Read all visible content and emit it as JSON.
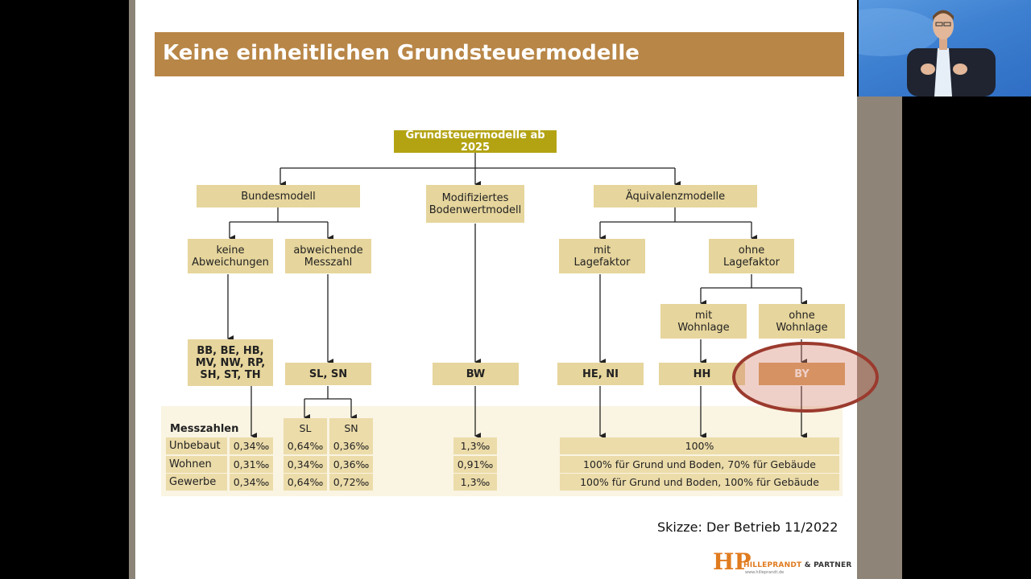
{
  "slide": {
    "title": "Keine einheitlichen Grundsteuermodelle",
    "source": "Skizze: Der Betrieb 11/2022"
  },
  "diagram": {
    "root": "Grundsteuermodelle ab 2025",
    "level1": {
      "bundesmodell": "Bundesmodell",
      "modifiziert_line1": "Modifiziertes",
      "modifiziert_line2": "Bodenwertmodell",
      "aequivalenz": "Äquivalenzmodelle"
    },
    "level2": {
      "keine_line1": "keine",
      "keine_line2": "Abweichungen",
      "abweichende_line1": "abweichende",
      "abweichende_line2": "Messzahl",
      "mit_lage_line1": "mit",
      "mit_lage_line2": "Lagefaktor",
      "ohne_lage_line1": "ohne",
      "ohne_lage_line2": "Lagefaktor"
    },
    "level3": {
      "mit_wohn_line1": "mit",
      "mit_wohn_line2": "Wohnlage",
      "ohne_wohn_line1": "ohne",
      "ohne_wohn_line2": "Wohnlage"
    },
    "states": {
      "bund_line1": "BB, BE, HB,",
      "bund_line2": "MV, NW, RP,",
      "bund_line3": "SH, ST, TH",
      "sl_sn": "SL, SN",
      "bw": "BW",
      "he_ni": "HE, NI",
      "hh": "HH",
      "by": "BY"
    },
    "highlight_color": "#c0504d"
  },
  "table": {
    "header": "Messzahlen",
    "sub_headers": [
      "SL",
      "SN"
    ],
    "rows": [
      {
        "label": "Unbebaut",
        "bund": "0,34‰",
        "sl": "0,64‰",
        "sn": "0,36‰",
        "bw": "1,3‰",
        "aequivalenz": "100%"
      },
      {
        "label": "Wohnen",
        "bund": "0,31‰",
        "sl": "0,34‰",
        "sn": "0,36‰",
        "bw": "0,91‰",
        "aequivalenz": "100% für Grund und Boden, 70% für Gebäude"
      },
      {
        "label": "Gewerbe",
        "bund": "0,34‰",
        "sl": "0,64‰",
        "sn": "0,72‰",
        "bw": "1,3‰",
        "aequivalenz": "100% für Grund und Boden, 100% für Gebäude"
      }
    ]
  },
  "logo": {
    "mark": "HP",
    "name_part1": "HILLEPRANDT",
    "name_part2": "& PARTNER",
    "url": "www.hilleprandt.de"
  }
}
